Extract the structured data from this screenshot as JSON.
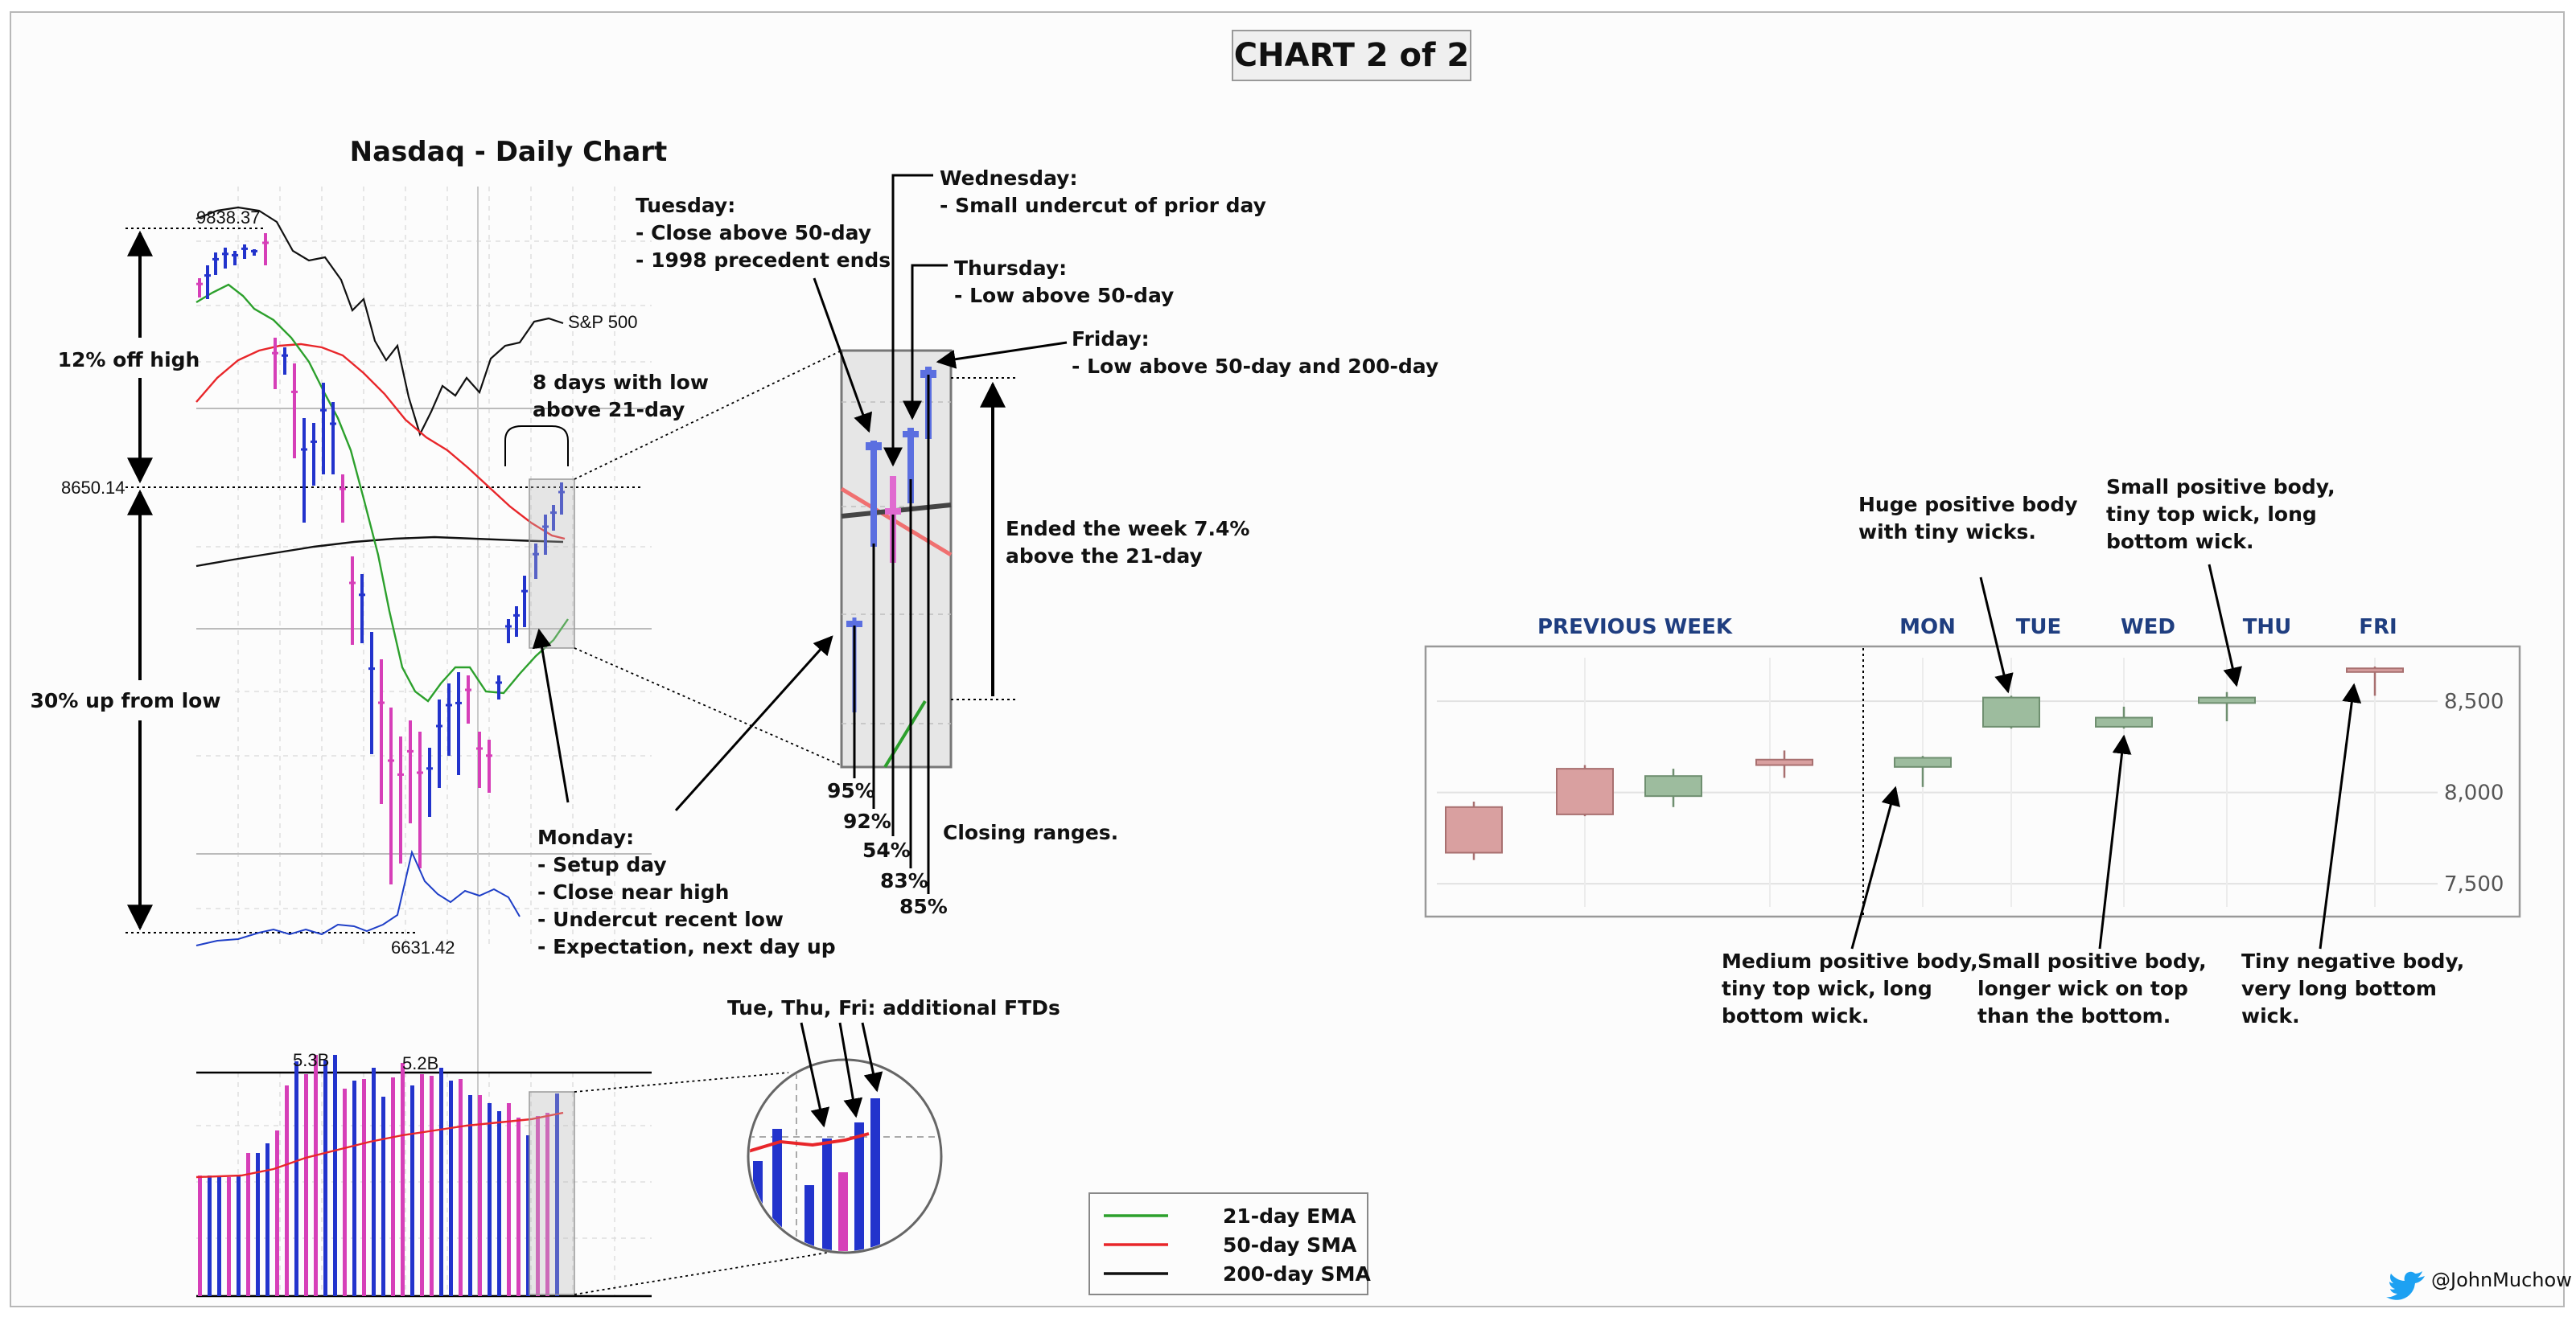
{
  "banner": "CHART 2 of 2",
  "left_chart": {
    "title": "Nasdaq - Daily Chart",
    "high_label": "9838.37",
    "mid_label": "8650.14",
    "low_label": "6631.42",
    "sp500_label": "S&P 500",
    "off_high_label": "12% off high",
    "up_from_low_label": "30% up from low",
    "days_above_label": [
      "8 days with low",
      "above 21-day"
    ],
    "volume_peaks": [
      "5.3B",
      "5.2B"
    ],
    "monday_note": [
      "Monday:",
      "- Setup day",
      "- Close near high",
      "- Undercut recent low",
      "- Expectation, next day up"
    ],
    "ftd_note": "Tue, Thu, Fri: additional FTDs"
  },
  "zoom_panel": {
    "tuesday_note": [
      "Tuesday:",
      "- Close above 50-day",
      "- 1998 precedent ends"
    ],
    "wednesday_note": [
      "Wednesday:",
      "- Small undercut of prior day"
    ],
    "thursday_note": [
      "Thursday:",
      "- Low above 50-day"
    ],
    "friday_note": [
      "Friday:",
      "- Low above 50-day and 200-day"
    ],
    "week_note": [
      "Ended the week 7.4%",
      "above the 21-day"
    ],
    "closing_ranges": [
      "95%",
      "92%",
      "54%",
      "83%",
      "85%"
    ],
    "closing_ranges_label": "Closing ranges."
  },
  "legend": [
    {
      "label": "21-day EMA",
      "color": "#2ca02c"
    },
    {
      "label": "50-day SMA",
      "color": "#e8262a"
    },
    {
      "label": "200-day SMA",
      "color": "#111111"
    }
  ],
  "chart_data": {
    "type": "candlestick",
    "categories": [
      "PREVIOUS WEEK",
      "",
      "",
      "",
      "MON",
      "TUE",
      "WED",
      "THU",
      "FRI"
    ],
    "group_headers": [
      "PREVIOUS WEEK",
      "MON",
      "TUE",
      "WED",
      "THU",
      "FRI"
    ],
    "series": [
      {
        "open": 7920,
        "high": 7950,
        "low": 7630,
        "close": 7670
      },
      {
        "open": 8130,
        "high": 8150,
        "low": 7870,
        "close": 7880
      },
      {
        "open": 7980,
        "high": 8130,
        "low": 7920,
        "close": 8090
      },
      {
        "open": 8180,
        "high": 8230,
        "low": 8080,
        "close": 8150
      },
      {
        "open": 8140,
        "high": 8200,
        "low": 8030,
        "close": 8190
      },
      {
        "open": 8360,
        "high": 8530,
        "low": 8350,
        "close": 8520
      },
      {
        "open": 8360,
        "high": 8470,
        "low": 8350,
        "close": 8410
      },
      {
        "open": 8490,
        "high": 8550,
        "low": 8390,
        "close": 8520
      },
      {
        "open": 8680,
        "high": 8690,
        "low": 8530,
        "close": 8660
      }
    ],
    "yticks": [
      "7,500",
      "8,000",
      "8,500"
    ],
    "ylim": [
      7320,
      8800
    ],
    "annotations": [
      [
        "Medium positive body,",
        "tiny top wick, long",
        "bottom wick."
      ],
      [
        "Huge positive body",
        "with tiny wicks."
      ],
      [
        "Small positive body,",
        "longer wick on top",
        "than the bottom."
      ],
      [
        "Small positive body,",
        "tiny top wick, long",
        "bottom wick."
      ],
      [
        "Tiny negative body,",
        "very long bottom",
        "wick."
      ]
    ]
  },
  "credit": "@JohnMuchow"
}
